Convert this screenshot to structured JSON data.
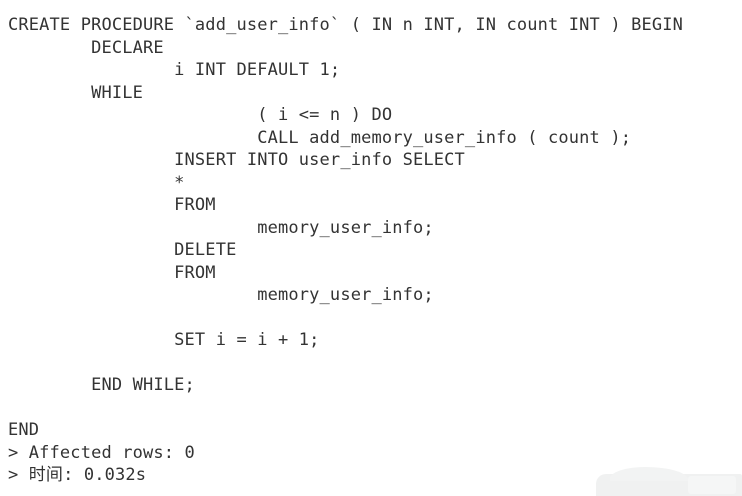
{
  "pane": {
    "background": "#ffffff",
    "text_color": "#333333"
  },
  "sql_code": {
    "language": "sql",
    "lines": [
      "CREATE PROCEDURE `add_user_info` ( IN n INT, IN count INT ) BEGIN",
      "        DECLARE",
      "                i INT DEFAULT 1;",
      "        WHILE",
      "                        ( i <= n ) DO",
      "                        CALL add_memory_user_info ( count );",
      "                INSERT INTO user_info SELECT",
      "                *",
      "                FROM",
      "                        memory_user_info;",
      "                DELETE",
      "                FROM",
      "                        memory_user_info;",
      "",
      "                SET i = i + 1;",
      "",
      "        END WHILE;",
      "",
      "END"
    ]
  },
  "result_messages": {
    "lines": [
      "> Affected rows: 0",
      "> 时间: 0.032s"
    ]
  },
  "watermark": {
    "color": "#f0f1f1"
  }
}
